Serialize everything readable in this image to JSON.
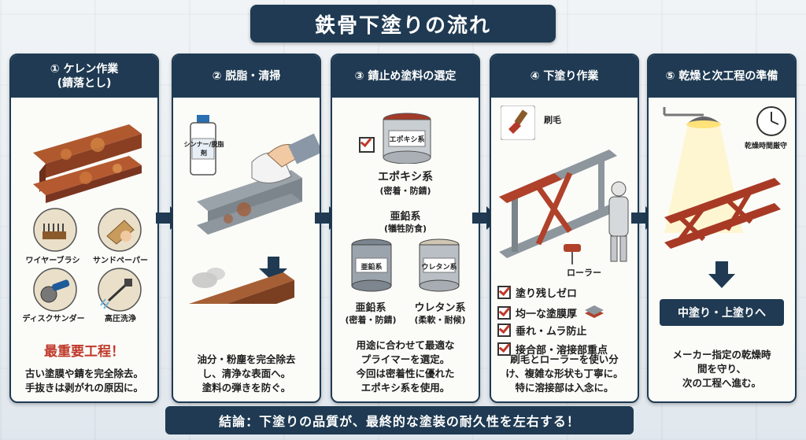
{
  "title": "鉄骨下塗りの流れ",
  "steps": [
    {
      "head1": "① ケレン作業",
      "head2": "(錆落とし)",
      "tools": [
        "ワイヤーブラシ",
        "サンドペーパー",
        "ディスクサンダー",
        "高圧洗浄"
      ],
      "emphasis": "最重要工程！",
      "desc": [
        "古い塗膜や錆を完全除去。",
        "手抜きは剥がれの原因に。"
      ]
    },
    {
      "head1": "② 脱脂・清掃",
      "bottle": "シンナー/脱脂剤",
      "desc": [
        "油分・粉塵を完全除去",
        "し、清浄な表面へ。",
        "塗料の弾きを防ぐ。"
      ]
    },
    {
      "head1": "③ 錆止め塗料の選定",
      "can1": "エポキシ系",
      "label1a": "エポキシ系",
      "label1b": "(密着・防錆)",
      "label2a": "亜鉛系",
      "label2b": "(犠牲防食)",
      "can2": "亜鉛系",
      "can3": "ウレタン系",
      "label3a": "亜鉛系",
      "label3b": "(密着・防錆)",
      "label4a": "ウレタン系",
      "label4b": "(柔軟・耐候)",
      "desc": [
        "用途に合わせて最適な",
        "プライマーを選定。",
        "今回は密着性に優れた",
        "エポキシ系を使用。"
      ]
    },
    {
      "head1": "④ 下塗り作業",
      "brush": "刷毛",
      "roller": "ローラー",
      "checks": [
        "塗り残しゼロ",
        "均一な塗膜厚",
        "垂れ・ムラ防止",
        "接合部・溶接部重点"
      ],
      "desc": [
        "刷毛とローラーを使い分",
        "け、複雑な形状も丁寧に。",
        "特に溶接部は入念に。"
      ]
    },
    {
      "head1": "⑤ 乾燥と次工程の準備",
      "clock": "乾燥時間厳守",
      "next": "中塗り・上塗りへ",
      "desc": [
        "メーカー指定の乾燥時",
        "間を守り、",
        "次の工程へ進む。"
      ]
    }
  ],
  "conclusion": "結論：下塗りの品質が、最終的な塗装の耐久性を左右する！",
  "colors": {
    "navy": "#1f3a52",
    "rust": "#a4472a",
    "red": "#c0392b",
    "primer": "#9e3524"
  }
}
